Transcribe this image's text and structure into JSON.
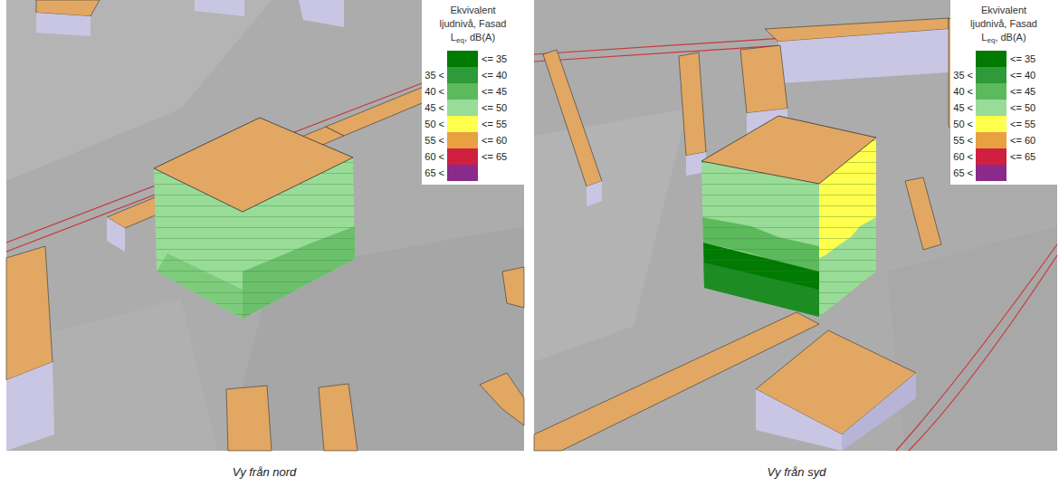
{
  "diagram": {
    "labels": [
      "Ekvivalent",
      "ljudnivå, Fasad",
      "L",
      "eq",
      ", dB(A)",
      "35 <",
      "40 <",
      "45 <",
      "50 <",
      "55 <",
      "60 <",
      "Ekvivalent",
      "ljudnivå, Fasad",
      "L",
      "eq",
      ", dB(A)",
      "35 <",
      "40 <",
      "45 <",
      "50 <",
      "55 <",
      "60 <",
      "Vy från nord",
      "Vy från syd"
    ],
    "legend": [
      {
        "text": "<= 35",
        "color": "#007a00"
      },
      {
        "text": "<= 40",
        "color": "#2e9a3a"
      },
      {
        "text": "<= 45",
        "color": "#5cba5c"
      },
      {
        "text": "<= 50",
        "color": "#98dc98"
      },
      {
        "text": "<= 55",
        "color": "#ffff4d"
      },
      {
        "text": "<= 60",
        "color": "#e8a040"
      },
      {
        "text": "<= 65",
        "color": "#d02040"
      },
      {
        "text": "65 <",
        "color": "#8a2a8a"
      },
      {
        "text": "<= 35",
        "color": "#007a00"
      },
      {
        "text": "<= 40",
        "color": "#2e9a3a"
      },
      {
        "text": "<= 45",
        "color": "#5cba5c"
      },
      {
        "text": "<= 50",
        "color": "#98dc98"
      },
      {
        "text": "<= 55",
        "color": "#ffff4d"
      },
      {
        "text": "<= 60",
        "color": "#e8a040"
      },
      {
        "text": "<= 65",
        "color": "#d02040"
      },
      {
        "text": "65 <",
        "color": "#8a2a8a"
      }
    ]
  }
}
